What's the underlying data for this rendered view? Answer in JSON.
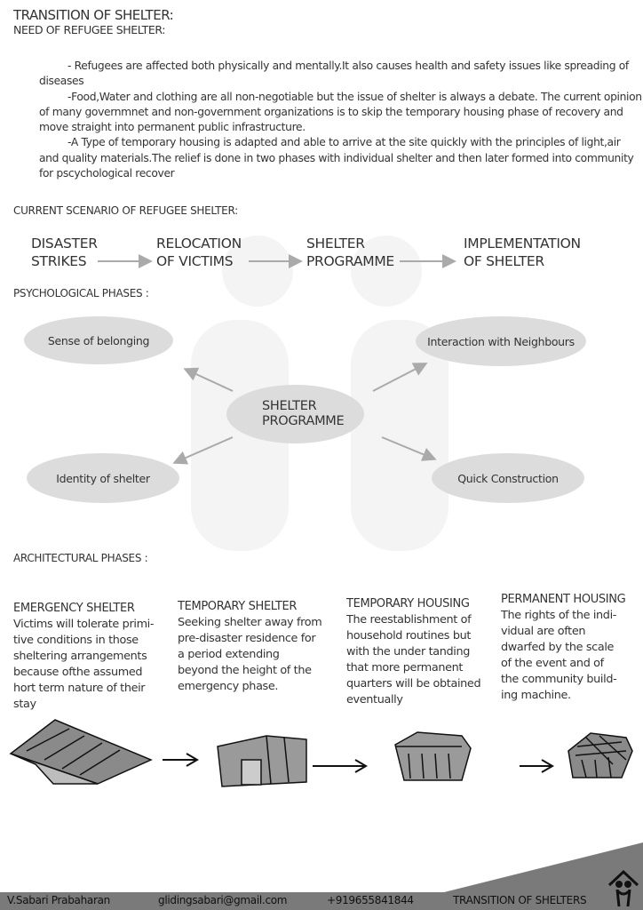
{
  "header": {
    "title": "TRANSITION OF SHELTER:",
    "subtitle": "NEED OF REFUGEE SHELTER:"
  },
  "intro": {
    "paragraphs": [
      "- Refugees are affected both physically and mentally.It also causes health and safety issues like spreading of diseases",
      "-Food,Water and clothing are all non-negotiable but the issue of shelter is always a debate. The current opinion of many governmnet and non-government organizations is to skip the temporary housing phase of recovery and move straight into permanent public infrastructure.",
      "-A Type of temporary housing is adapted and able to arrive at the site quickly with the principles of light,air and quality materials.The relief is done in two phases with individual shelter and then later formed into community for pscychological recover"
    ]
  },
  "scenario": {
    "heading": "CURRENT SCENARIO OF REFUGEE SHELTER:",
    "steps": [
      {
        "line1": "DISASTER",
        "line2": "STRIKES"
      },
      {
        "line1": "RELOCATION",
        "line2": "OF VICTIMS"
      },
      {
        "line1": "SHELTER",
        "line2": "PROGRAMME"
      },
      {
        "line1": "IMPLEMENTATION",
        "line2": "OF SHELTER"
      }
    ]
  },
  "psych": {
    "heading": "PSYCHOLOGICAL PHASES :",
    "center": {
      "line1": "SHELTER",
      "line2": "PROGRAMME"
    },
    "nodes": [
      "Sense of belonging",
      "Interaction with Neighbours",
      "Identity of shelter",
      "Quick Construction"
    ]
  },
  "arch": {
    "heading": "ARCHITECTURAL PHASES :",
    "phases": [
      {
        "title": "EMERGENCY SHELTER",
        "lines": [
          "Victims will tolerate primi-",
          "tive conditions in those",
          "sheltering arrangements",
          "because ofthe assumed",
          "hort term nature of their",
          "stay"
        ]
      },
      {
        "title": "TEMPORARY SHELTER",
        "lines": [
          "Seeking shelter away from",
          "pre-disaster residence for",
          "a period extending",
          "beyond the height of the",
          "emergency phase."
        ]
      },
      {
        "title": "TEMPORARY HOUSING",
        "lines": [
          "The reestablishment of",
          "household routines but",
          "with the under tanding",
          "that more permanent",
          "quarters will be obtained",
          "eventually"
        ]
      },
      {
        "title": "PERMANENT HOUSING",
        "lines": [
          "The rights of the indi-",
          "vidual are often",
          "dwarfed by the scale",
          "of the event and of",
          "the community build-",
          "ing machine."
        ]
      }
    ]
  },
  "footer": {
    "name": "V.Sabari Prabaharan",
    "email": "glidingsabari@gmail.com",
    "phone": "+919655841844",
    "project": "TRANSITION OF SHELTERS"
  }
}
